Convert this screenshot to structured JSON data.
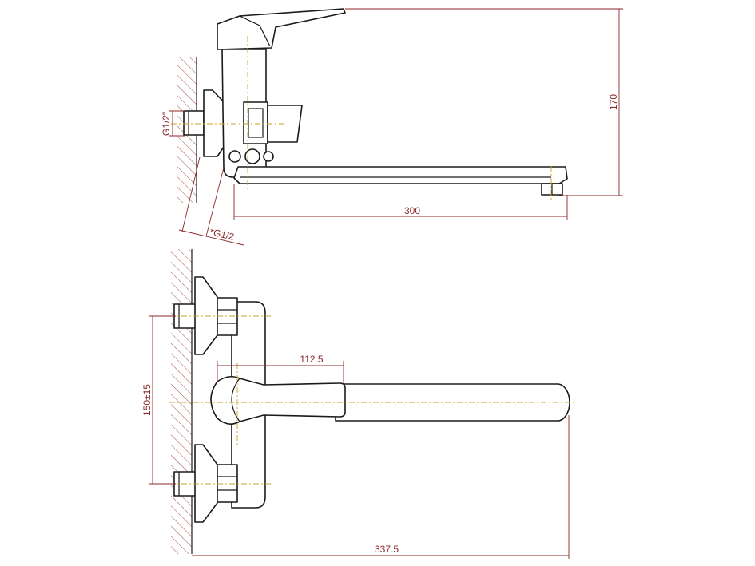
{
  "colors": {
    "outline": "#1a1a1a",
    "dimension": "#8c2a2a",
    "centerline": "#c9a227",
    "wall_hatch": "#a23a3a"
  },
  "side_view": {
    "dim_height": "170",
    "dim_spout": "300",
    "dim_inlet_thread": "G1/2\"",
    "dim_eccentric_thread": "*G1/2"
  },
  "top_view": {
    "dim_handle": "112.5",
    "dim_centers": "150±15",
    "dim_total": "337.5"
  }
}
